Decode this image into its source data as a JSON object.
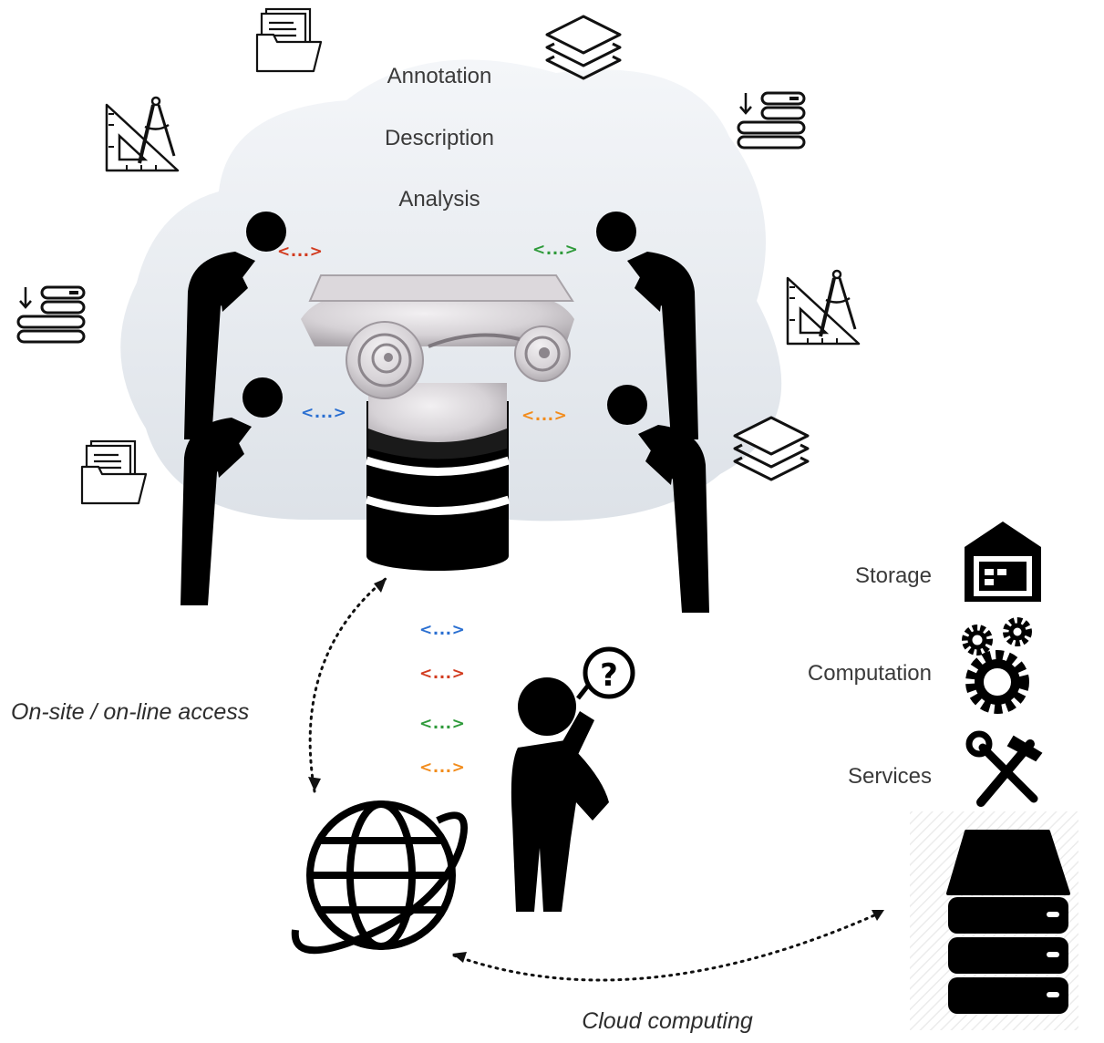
{
  "labels": {
    "annotation": "Annotation",
    "description": "Description",
    "analysis": "Analysis",
    "storage": "Storage",
    "computation": "Computation",
    "services": "Services",
    "onsite_access": "On-site / on-line access",
    "cloud_computing": "Cloud computing"
  },
  "tags": {
    "symbol": "<...>",
    "red": "#d23b1f",
    "green": "#2e9a3a",
    "blue": "#2a6fd1",
    "orange": "#f28c1c"
  },
  "icons": [
    "document-folder-icon",
    "layers-icon",
    "drafting-tools-icon",
    "data-list-icon",
    "person-leaning-icon",
    "ionic-column-capital",
    "database-icon",
    "person-question-icon",
    "globe-icon",
    "warehouse-icon",
    "gears-icon",
    "tools-icon",
    "server-icon"
  ]
}
